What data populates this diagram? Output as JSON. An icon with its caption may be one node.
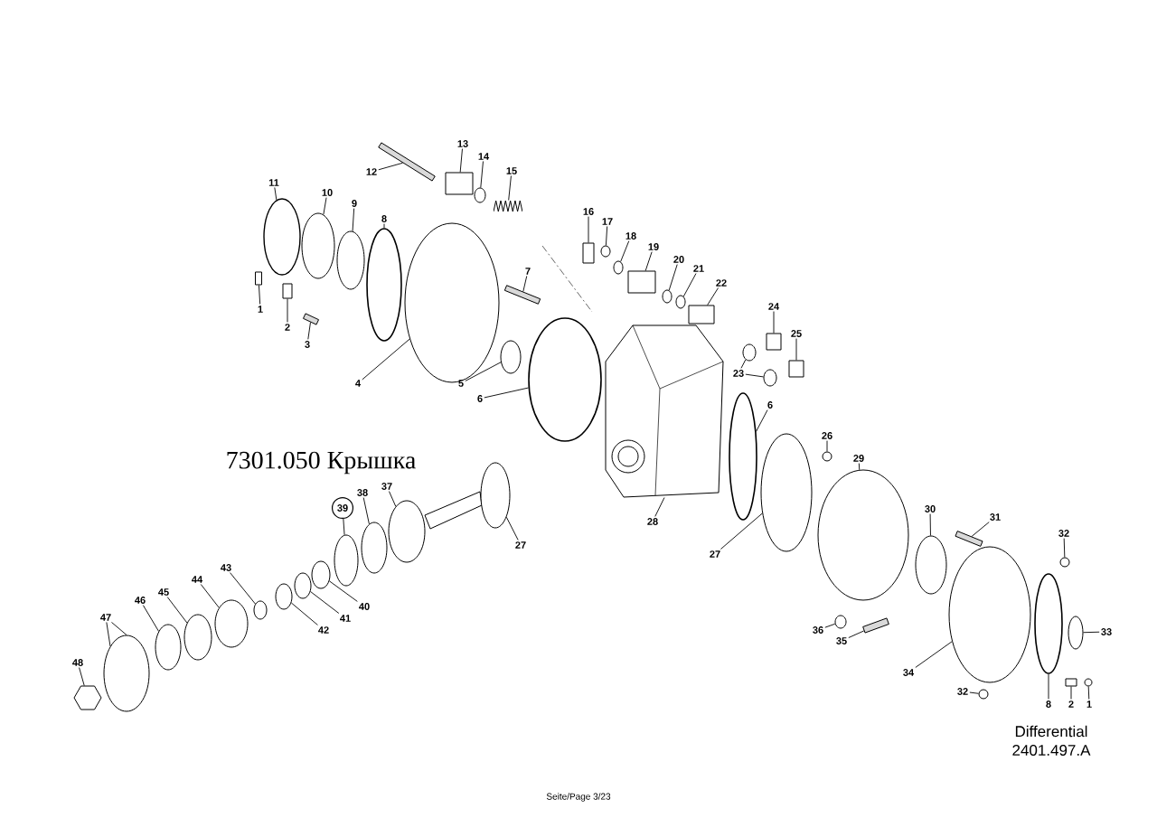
{
  "diagram": {
    "nodes": [
      {
        "text": [
          "1"
        ]
      },
      {
        "text": [
          "2"
        ]
      },
      {
        "text": [
          "3"
        ]
      },
      {
        "text": [
          "4"
        ]
      },
      {
        "text": [
          "5"
        ]
      },
      {
        "text": [
          "6"
        ]
      },
      {
        "text": [
          "6"
        ]
      },
      {
        "text": [
          "7"
        ]
      },
      {
        "text": [
          "8"
        ]
      },
      {
        "text": [
          "9"
        ]
      },
      {
        "text": [
          "10"
        ]
      },
      {
        "text": [
          "11"
        ]
      },
      {
        "text": [
          "12"
        ]
      },
      {
        "text": [
          "13"
        ]
      },
      {
        "text": [
          "14"
        ]
      },
      {
        "text": [
          "15"
        ]
      },
      {
        "text": [
          "16"
        ]
      },
      {
        "text": [
          "17"
        ]
      },
      {
        "text": [
          "18"
        ]
      },
      {
        "text": [
          "19"
        ]
      },
      {
        "text": [
          "20"
        ]
      },
      {
        "text": [
          "21"
        ]
      },
      {
        "text": [
          "22"
        ]
      },
      {
        "text": [
          "23"
        ]
      },
      {
        "text": [
          "24"
        ]
      },
      {
        "text": [
          "25"
        ]
      },
      {
        "text": [
          "26"
        ]
      },
      {
        "text": [
          "27"
        ]
      },
      {
        "text": [
          "27"
        ]
      },
      {
        "text": [
          "28"
        ]
      },
      {
        "text": [
          "29"
        ]
      },
      {
        "text": [
          "30"
        ]
      },
      {
        "text": [
          "31"
        ]
      },
      {
        "text": [
          "32"
        ]
      },
      {
        "text": [
          "32"
        ]
      },
      {
        "text": [
          "33"
        ]
      },
      {
        "text": [
          "34"
        ]
      },
      {
        "text": [
          "35"
        ]
      },
      {
        "text": [
          "36"
        ]
      },
      {
        "text": [
          "37"
        ]
      },
      {
        "text": [
          "38"
        ]
      },
      {
        "text": [
          "39"
        ]
      },
      {
        "text": [
          "40"
        ]
      },
      {
        "text": [
          "41"
        ]
      },
      {
        "text": [
          "42"
        ]
      },
      {
        "text": [
          "43"
        ]
      },
      {
        "text": [
          "44"
        ]
      },
      {
        "text": [
          "45"
        ]
      },
      {
        "text": [
          "46"
        ]
      },
      {
        "text": [
          "47"
        ]
      },
      {
        "text": [
          "48"
        ]
      },
      {
        "text": [
          "8"
        ]
      },
      {
        "text": [
          "2"
        ]
      },
      {
        "text": [
          "1"
        ]
      },
      {
        "text": [],
        "shape": "box"
      },
      {
        "text": [],
        "shape": "box"
      },
      {
        "text": [],
        "shape": "bar"
      },
      {
        "text": [],
        "shape": "ellipse"
      },
      {
        "text": [],
        "shape": "ellipse"
      },
      {
        "text": [],
        "shape": "ellipse"
      },
      {
        "text": [],
        "shape": "ellipse"
      },
      {
        "text": [],
        "shape": "bar"
      },
      {
        "text": [],
        "shape": "ellipse"
      },
      {
        "text": [],
        "shape": "ellipse"
      },
      {
        "text": [],
        "shape": "ellipse"
      },
      {
        "text": [],
        "shape": "ellipse"
      },
      {
        "text": [],
        "shape": "bar"
      },
      {
        "text": [],
        "shape": "box"
      },
      {
        "text": [],
        "shape": "ellipse"
      },
      {
        "text": [],
        "shape": "spring"
      },
      {
        "text": [],
        "shape": "box"
      },
      {
        "text": [],
        "shape": "ellipse"
      },
      {
        "text": [],
        "shape": "ellipse"
      },
      {
        "text": [],
        "shape": "box"
      },
      {
        "text": [],
        "shape": "ellipse"
      },
      {
        "text": [],
        "shape": "ellipse"
      },
      {
        "text": [],
        "shape": "box"
      },
      {
        "text": [],
        "shape": "ellipse"
      },
      {
        "text": [],
        "shape": "ellipse"
      },
      {
        "text": [],
        "shape": "box"
      },
      {
        "text": [],
        "shape": "box"
      },
      {
        "text": [],
        "shape": "ellipse"
      },
      {
        "text": [],
        "shape": "ellipse"
      },
      {
        "text": [],
        "shape": "ellipse"
      },
      {
        "text": [],
        "shape": "picture"
      },
      {
        "text": [],
        "shape": "ellipse"
      },
      {
        "text": [],
        "shape": "ellipse"
      },
      {
        "text": [],
        "shape": "bar"
      },
      {
        "text": [],
        "shape": "ellipse"
      },
      {
        "text": [],
        "shape": "ellipse"
      },
      {
        "text": [],
        "shape": "ellipse"
      },
      {
        "text": [],
        "shape": "ellipse"
      },
      {
        "text": [],
        "shape": "bar"
      },
      {
        "text": [],
        "shape": "ellipse"
      },
      {
        "text": [],
        "shape": "ellipse"
      },
      {
        "text": [],
        "shape": "ellipse"
      },
      {
        "text": [],
        "shape": "ellipse"
      },
      {
        "text": [],
        "shape": "ellipse"
      },
      {
        "text": [],
        "shape": "ellipse"
      },
      {
        "text": [],
        "shape": "ellipse"
      },
      {
        "text": [],
        "shape": "ellipse"
      },
      {
        "text": [],
        "shape": "ellipse"
      },
      {
        "text": [],
        "shape": "ellipse"
      },
      {
        "text": [],
        "shape": "ellipse"
      },
      {
        "text": [],
        "shape": "ellipse"
      },
      {
        "text": [],
        "shape": "hexagon"
      },
      {
        "text": [],
        "shape": "ellipse"
      },
      {
        "text": [],
        "shape": "box"
      },
      {
        "text": [],
        "shape": "ellipse"
      }
    ],
    "edges": [
      {
        "from": 0,
        "to": 54,
        "arrow": "none"
      },
      {
        "from": 1,
        "to": 55,
        "arrow": "none"
      },
      {
        "from": 2,
        "to": 56,
        "arrow": "none"
      },
      {
        "from": 3,
        "to": 57,
        "arrow": "none"
      },
      {
        "from": 4,
        "to": 58,
        "arrow": "none"
      },
      {
        "from": 5,
        "to": 59,
        "arrow": "none"
      },
      {
        "from": 6,
        "to": 60,
        "arrow": "none"
      },
      {
        "from": 7,
        "to": 61,
        "arrow": "none"
      },
      {
        "from": 8,
        "to": 62,
        "arrow": "none"
      },
      {
        "from": 9,
        "to": 63,
        "arrow": "none"
      },
      {
        "from": 10,
        "to": 64,
        "arrow": "none"
      },
      {
        "from": 11,
        "to": 65,
        "arrow": "none"
      },
      {
        "from": 12,
        "to": 66,
        "arrow": "none"
      },
      {
        "from": 13,
        "to": 67,
        "arrow": "none"
      },
      {
        "from": 14,
        "to": 68,
        "arrow": "none"
      },
      {
        "from": 15,
        "to": 69,
        "arrow": "none"
      },
      {
        "from": 16,
        "to": 70,
        "arrow": "none"
      },
      {
        "from": 17,
        "to": 71,
        "arrow": "none"
      },
      {
        "from": 18,
        "to": 72,
        "arrow": "none"
      },
      {
        "from": 19,
        "to": 73,
        "arrow": "none"
      },
      {
        "from": 20,
        "to": 74,
        "arrow": "none"
      },
      {
        "from": 21,
        "to": 75,
        "arrow": "none"
      },
      {
        "from": 22,
        "to": 76,
        "arrow": "none"
      },
      {
        "from": 23,
        "to": 77,
        "arrow": "none"
      },
      {
        "from": 24,
        "to": 79,
        "arrow": "none"
      },
      {
        "from": 25,
        "to": 80,
        "arrow": "none"
      },
      {
        "from": 26,
        "to": 81,
        "arrow": "none"
      },
      {
        "from": 27,
        "to": 82,
        "arrow": "none"
      },
      {
        "from": 28,
        "to": 83,
        "arrow": "none"
      },
      {
        "from": 29,
        "to": 84,
        "arrow": "none"
      },
      {
        "from": 30,
        "to": 85,
        "arrow": "none"
      },
      {
        "from": 31,
        "to": 86,
        "arrow": "none"
      },
      {
        "from": 32,
        "to": 87,
        "arrow": "none"
      },
      {
        "from": 33,
        "to": 88,
        "arrow": "none"
      },
      {
        "from": 34,
        "to": 89,
        "arrow": "none"
      },
      {
        "from": 35,
        "to": 90,
        "arrow": "none"
      },
      {
        "from": 36,
        "to": 91,
        "arrow": "none"
      },
      {
        "from": 37,
        "to": 92,
        "arrow": "none"
      },
      {
        "from": 38,
        "to": 93,
        "arrow": "none"
      },
      {
        "from": 39,
        "to": 94,
        "arrow": "none"
      },
      {
        "from": 40,
        "to": 95,
        "arrow": "none"
      },
      {
        "from": 41,
        "to": 96,
        "arrow": "none"
      },
      {
        "from": 42,
        "to": 97,
        "arrow": "none"
      },
      {
        "from": 43,
        "to": 98,
        "arrow": "none"
      },
      {
        "from": 44,
        "to": 99,
        "arrow": "none"
      },
      {
        "from": 45,
        "to": 100,
        "arrow": "none"
      },
      {
        "from": 46,
        "to": 101,
        "arrow": "none"
      },
      {
        "from": 47,
        "to": 102,
        "arrow": "none"
      },
      {
        "from": 48,
        "to": 103,
        "arrow": "none"
      },
      {
        "from": 49,
        "to": 104,
        "arrow": "none"
      },
      {
        "from": 50,
        "to": 105,
        "arrow": "none"
      },
      {
        "from": 51,
        "to": 106,
        "arrow": "none"
      },
      {
        "from": 52,
        "to": 107,
        "arrow": "none"
      },
      {
        "from": 53,
        "to": 108,
        "arrow": "none"
      },
      {
        "from": 23,
        "to": 78,
        "arrow": "none"
      },
      {
        "from": 49,
        "to": 104,
        "arrow": "none"
      }
    ],
    "labels": [
      "7301.050 Крышка",
      "Differential",
      "2401.497.A",
      "Seite/Page 3/23"
    ]
  }
}
